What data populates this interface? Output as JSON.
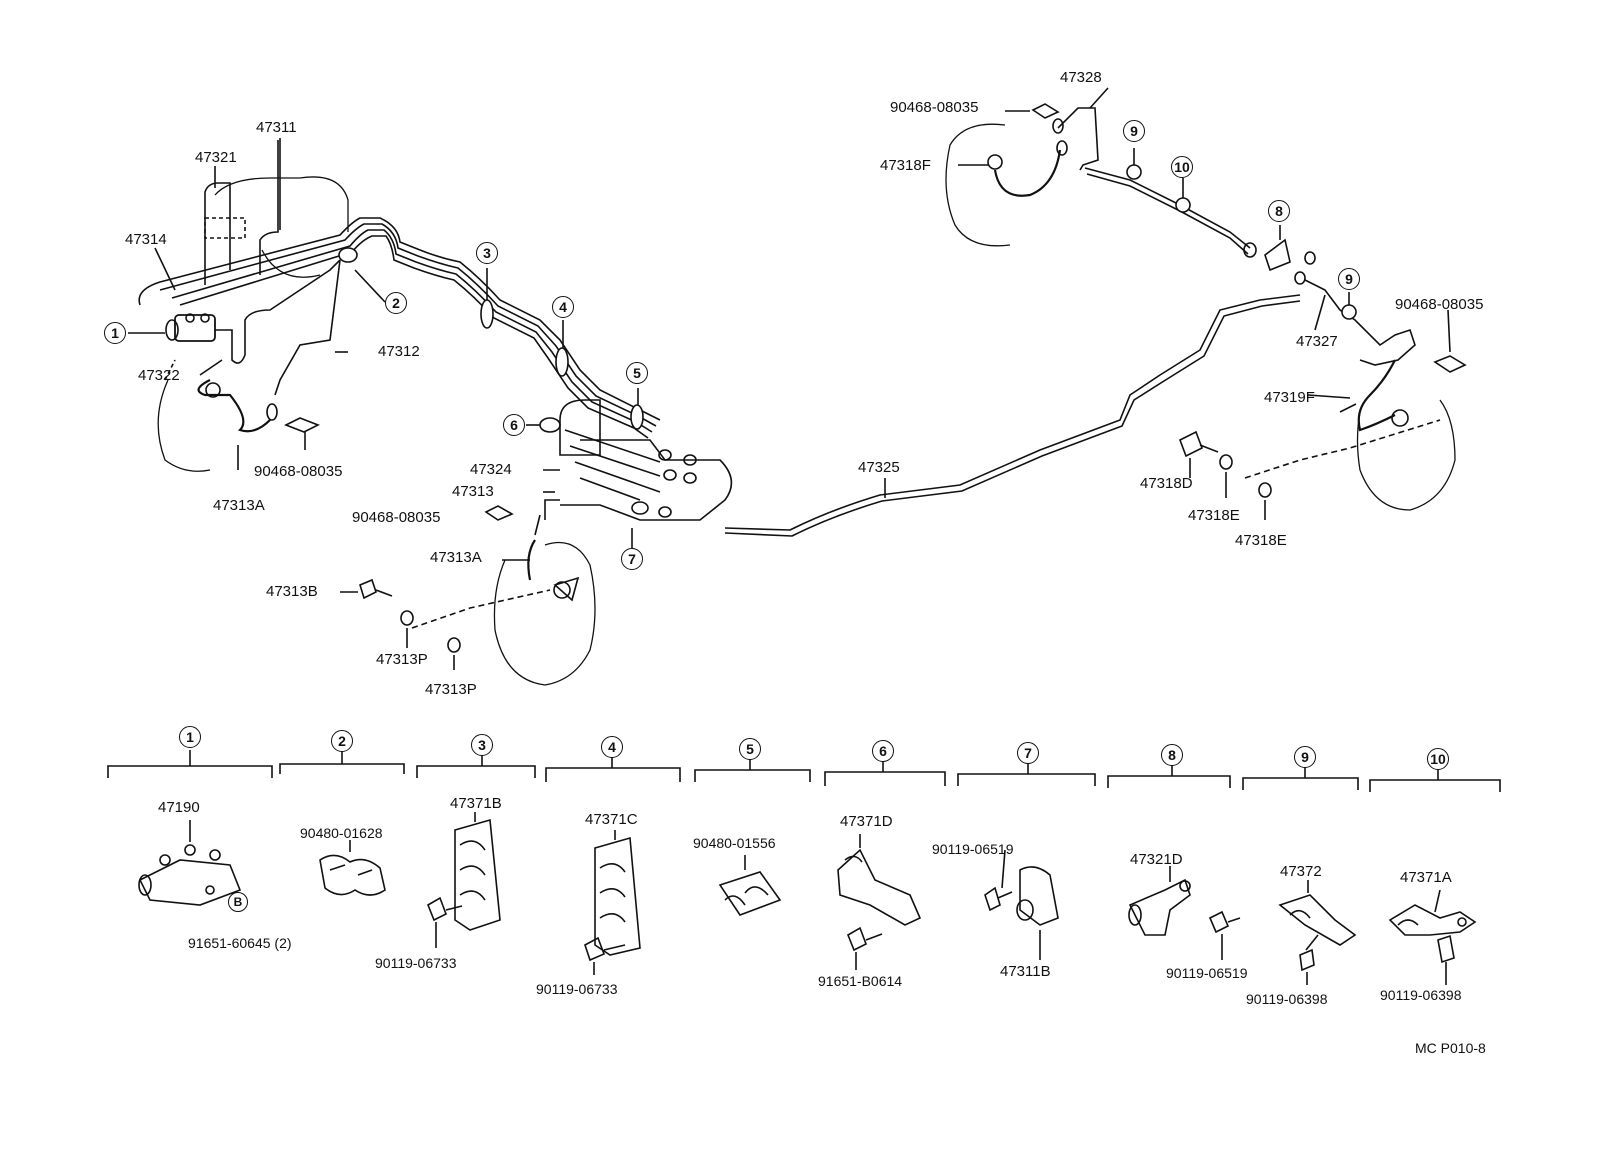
{
  "figure_ref": "MC P010-8",
  "callouts": {
    "n1": "1",
    "n2": "2",
    "n3": "3",
    "n4": "4",
    "n5": "5",
    "n6": "6",
    "n7": "7",
    "n8": "8",
    "n9": "9",
    "n10": "10",
    "b": "B"
  },
  "labels": {
    "p47311": "47311",
    "p47321": "47321",
    "p47314": "47314",
    "p47322": "47322",
    "p47312": "47312",
    "p90468_a": "90468-08035",
    "p47313A_a": "47313A",
    "p47324": "47324",
    "p47313": "47313",
    "p90468_b": "90468-08035",
    "p47313A_b": "47313A",
    "p47313B": "47313B",
    "p47313P_a": "47313P",
    "p47313P_b": "47313P",
    "p47325": "47325",
    "p47328": "47328",
    "p90468_c": "90468-08035",
    "p47318F": "47318F",
    "p90468_d": "90468-08035",
    "p47327": "47327",
    "p47319F": "47319F",
    "p47318D": "47318D",
    "p47318E_a": "47318E",
    "p47318E_b": "47318E"
  },
  "legend": {
    "g1_a": "47190",
    "g1_b": "91651-60645 (2)",
    "g2_a": "90480-01628",
    "g3_a": "47371B",
    "g3_b": "90119-06733",
    "g4_a": "47371C",
    "g4_b": "90119-06733",
    "g5_a": "90480-01556",
    "g6_a": "47371D",
    "g6_b": "91651-B0614",
    "g7_a": "90119-06519",
    "g7_b": "47311B",
    "g8_a": "47321D",
    "g8_b": "90119-06519",
    "g9_a": "47372",
    "g9_b": "90119-06398",
    "g10_a": "47371A",
    "g10_b": "90119-06398"
  },
  "colors": {
    "ink": "#111111",
    "paper": "#ffffff"
  }
}
